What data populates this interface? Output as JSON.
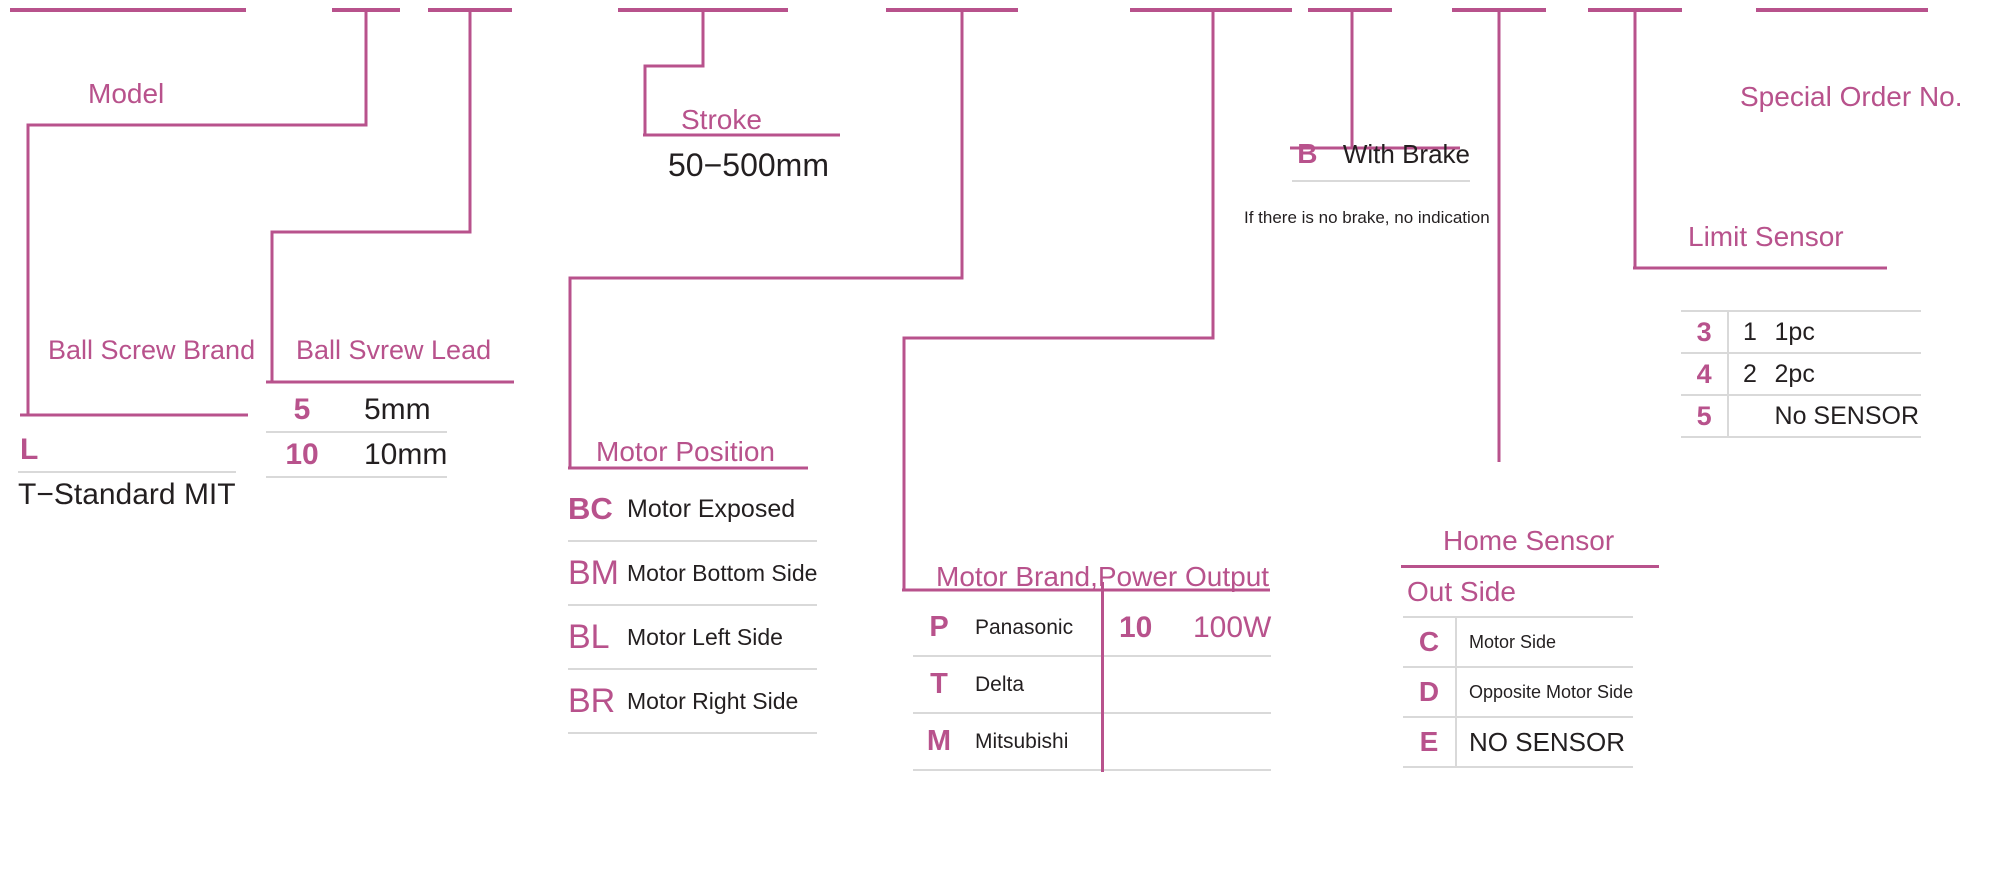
{
  "meta": {
    "accent": "#b8528c",
    "text": "#231f20",
    "rule": "#d9d9d9",
    "background": "#ffffff"
  },
  "sections": {
    "model": {
      "title": "Model"
    },
    "ball_screw_brand": {
      "title": "Ball Screw Brand",
      "rows": [
        {
          "code": "L",
          "desc": ""
        },
        {
          "code": "",
          "desc": "T−Standard MIT"
        }
      ]
    },
    "ball_screw_lead": {
      "title": "Ball Svrew Lead",
      "rows": [
        {
          "code": "5",
          "desc": "5mm"
        },
        {
          "code": "10",
          "desc": "10mm"
        }
      ]
    },
    "stroke": {
      "title": "Stroke",
      "value": "50−500mm"
    },
    "motor_position": {
      "title": "Motor Position",
      "rows": [
        {
          "code": "BC",
          "desc": "Motor Exposed"
        },
        {
          "code": "BM",
          "desc": "Motor Bottom Side"
        },
        {
          "code": "BL",
          "desc": "Motor Left Side"
        },
        {
          "code": "BR",
          "desc": "Motor Right Side"
        }
      ]
    },
    "motor_brand_power": {
      "title": "Motor Brand,Power Output",
      "rows": [
        {
          "code": "P",
          "desc": "Panasonic",
          "pcode": "10",
          "pdesc": "100W"
        },
        {
          "code": "T",
          "desc": "Delta",
          "pcode": "",
          "pdesc": ""
        },
        {
          "code": "M",
          "desc": "Mitsubishi",
          "pcode": "",
          "pdesc": ""
        }
      ]
    },
    "brake": {
      "rows": [
        {
          "code": "B",
          "desc": "With Brake"
        }
      ],
      "note": "If there is no brake, no indication"
    },
    "home_sensor": {
      "title": "Home Sensor",
      "subtitle": "Out Side",
      "rows": [
        {
          "code": "C",
          "desc": "Motor Side"
        },
        {
          "code": "D",
          "desc": "Opposite Motor Side"
        },
        {
          "code": "E",
          "desc": "NO SENSOR"
        }
      ]
    },
    "limit_sensor": {
      "title": "Limit Sensor",
      "rows": [
        {
          "code": "3",
          "n": "1",
          "desc": "1pc"
        },
        {
          "code": "4",
          "n": "2",
          "desc": "2pc"
        },
        {
          "code": "5",
          "n": "",
          "desc": "No SENSOR"
        }
      ]
    },
    "special_order": {
      "title": "Special Order No."
    }
  }
}
